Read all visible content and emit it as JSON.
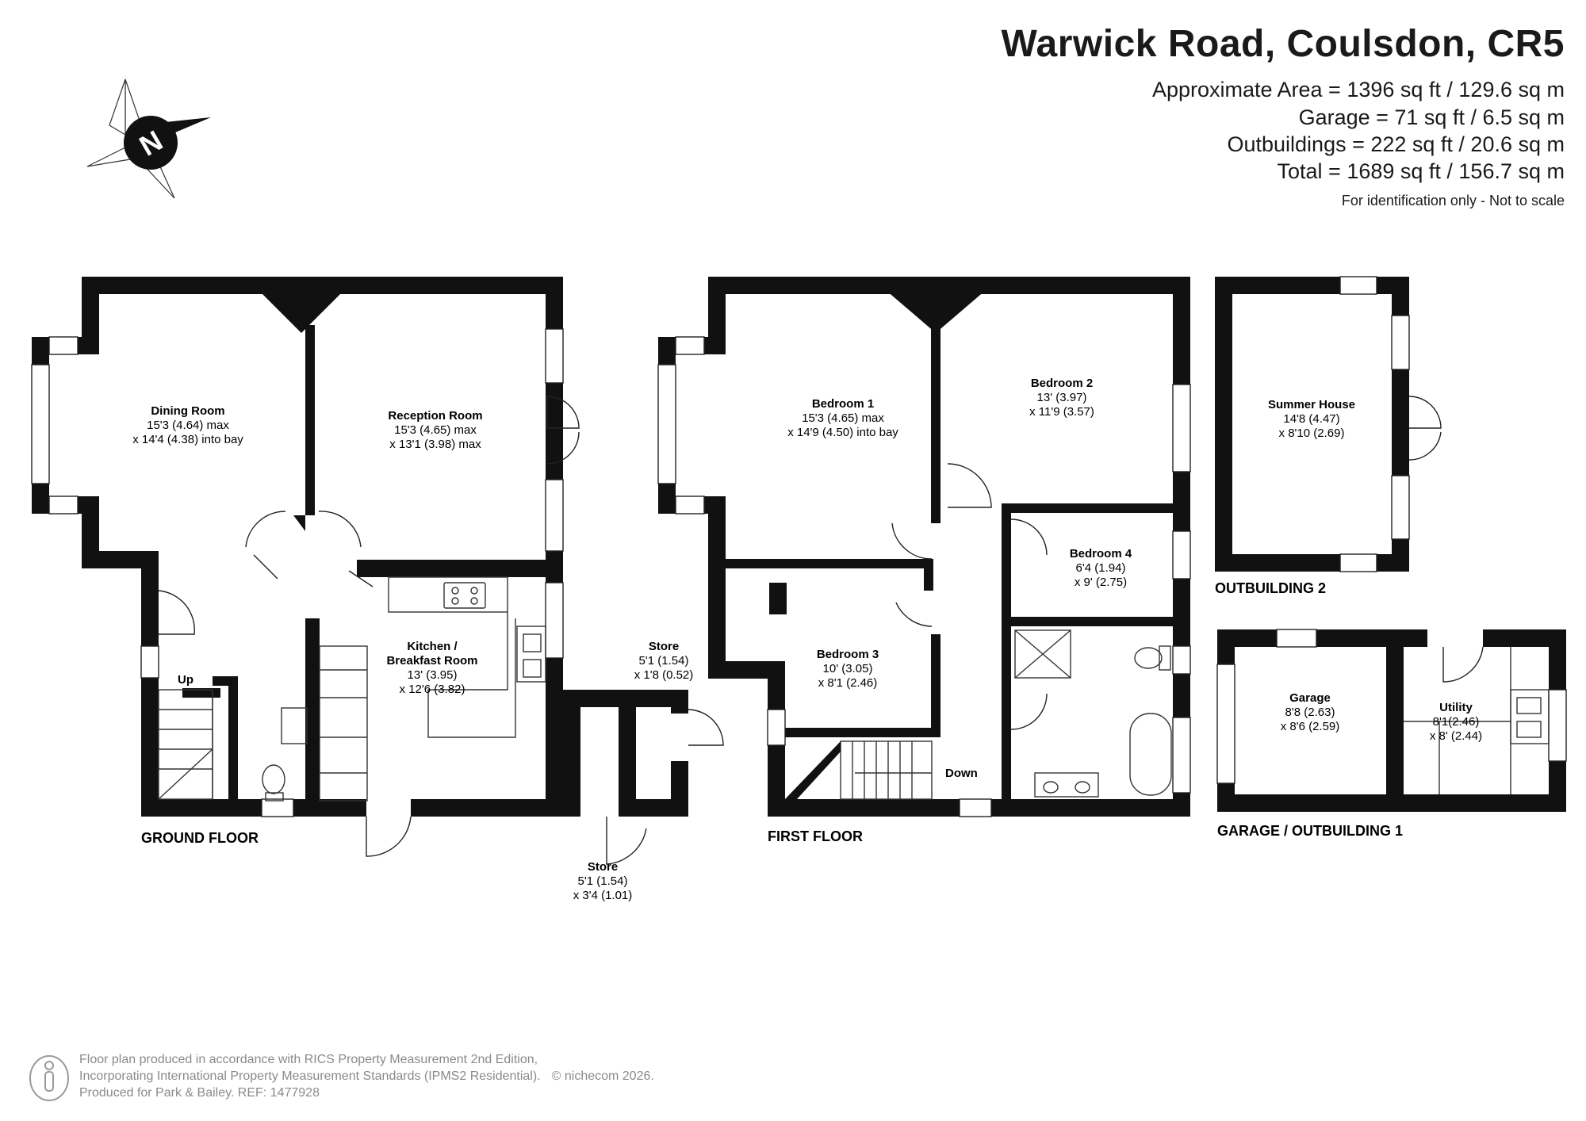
{
  "header": {
    "title": "Warwick Road, Coulsdon, CR5",
    "approx_area": "Approximate Area = 1396 sq ft / 129.6 sq m",
    "garage_area": "Garage = 71 sq ft / 6.5 sq m",
    "outbuildings_area": "Outbuildings = 222 sq ft / 20.6 sq m",
    "total_area": "Total = 1689 sq ft / 156.7 sq m",
    "note": "For identification only - Not to scale"
  },
  "compass": {
    "letter": "N",
    "icon": "compass-rose-icon"
  },
  "floors": {
    "ground": "GROUND FLOOR",
    "first": "FIRST FLOOR",
    "outbuilding2": "OUTBUILDING 2",
    "garage_outbuilding1": "GARAGE / OUTBUILDING 1"
  },
  "rooms": {
    "dining": {
      "name": "Dining Room",
      "dim1": "15'3 (4.64) max",
      "dim2": "x 14'4 (4.38) into bay"
    },
    "reception": {
      "name": "Reception Room",
      "dim1": "15'3 (4.65) max",
      "dim2": "x 13'1 (3.98) max"
    },
    "kitchen": {
      "name1": "Kitchen /",
      "name2": "Breakfast Room",
      "dim1": "13' (3.95)",
      "dim2": "x 12'6 (3.82)"
    },
    "store1": {
      "name": "Store",
      "dim1": "5'1 (1.54)",
      "dim2": "x 1'8 (0.52)"
    },
    "store2": {
      "name": "Store",
      "dim1": "5'1 (1.54)",
      "dim2": "x 3'4 (1.01)"
    },
    "bed1": {
      "name": "Bedroom 1",
      "dim1": "15'3 (4.65) max",
      "dim2": "x 14'9 (4.50) into bay"
    },
    "bed2": {
      "name": "Bedroom 2",
      "dim1": "13' (3.97)",
      "dim2": "x 11'9 (3.57)"
    },
    "bed3": {
      "name": "Bedroom 3",
      "dim1": "10' (3.05)",
      "dim2": "x 8'1 (2.46)"
    },
    "bed4": {
      "name": "Bedroom 4",
      "dim1": "6'4 (1.94)",
      "dim2": "x 9' (2.75)"
    },
    "summer": {
      "name": "Summer House",
      "dim1": "14'8 (4.47)",
      "dim2": "x 8'10 (2.69)"
    },
    "garage": {
      "name": "Garage",
      "dim1": "8'8 (2.63)",
      "dim2": "x 8'6 (2.59)"
    },
    "utility": {
      "name": "Utility",
      "dim1": "8'1(2.46)",
      "dim2": "x 8' (2.44)"
    }
  },
  "stairs": {
    "up": "Up",
    "down": "Down"
  },
  "footer": {
    "line1": "Floor plan produced in accordance with RICS Property Measurement 2nd Edition,",
    "line2": "Incorporating International Property Measurement Standards (IPMS2 Residential).",
    "copyright": "© nichecom 2026.",
    "line3": "Produced for Park & Bailey.   REF:  1477928",
    "icon": "person-measure-icon"
  }
}
